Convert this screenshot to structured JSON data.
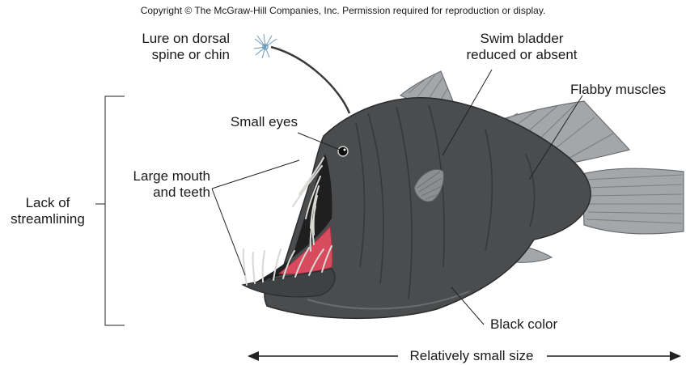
{
  "copyright": "Copyright © The McGraw-Hill Companies, Inc. Permission required for reproduction or display.",
  "labels": {
    "lure_line1": "Lure on dorsal",
    "lure_line2": "spine or chin",
    "swim_line1": "Swim bladder",
    "swim_line2": "reduced or absent",
    "flabby": "Flabby muscles",
    "small_eyes": "Small eyes",
    "mouth_line1": "Large mouth",
    "mouth_line2": "and teeth",
    "lack_line1": "Lack of",
    "lack_line2": "streamlining",
    "black": "Black color",
    "size": "Relatively small size"
  }
}
